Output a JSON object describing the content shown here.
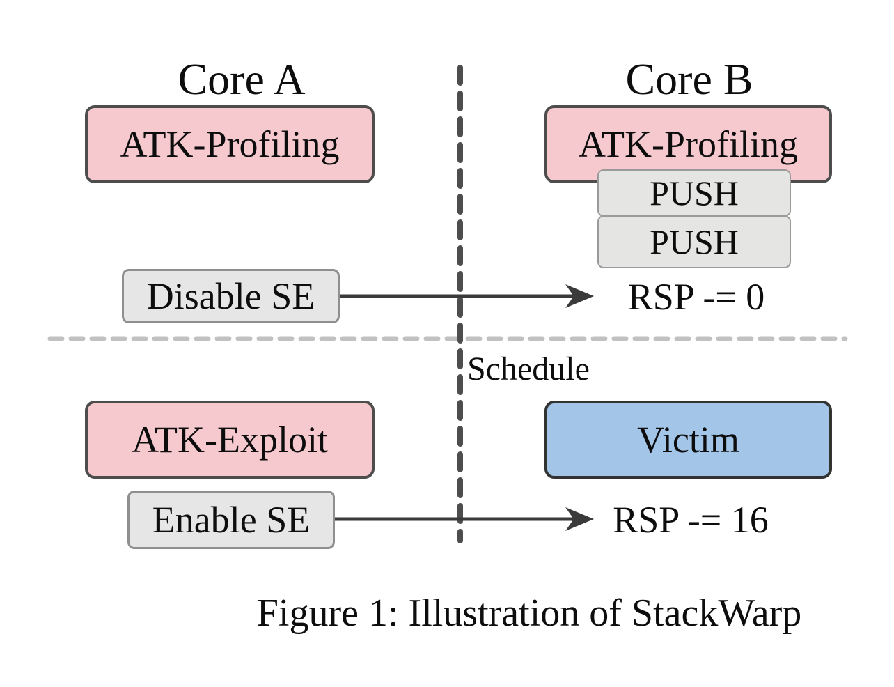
{
  "figure": {
    "core_a": {
      "title": "Core A",
      "top_task": "ATK-Profiling",
      "top_action": "Disable SE",
      "bottom_task": "ATK-Exploit",
      "bottom_action": "Enable SE"
    },
    "core_b": {
      "title": "Core B",
      "top_task": "ATK-Profiling",
      "stack_ops": [
        "PUSH",
        "PUSH"
      ],
      "top_effect": "RSP -= 0",
      "bottom_task": "Victim",
      "bottom_effect": "RSP -= 16"
    },
    "schedule_label": "Schedule",
    "caption": "Figure 1: Illustration of StackWarp",
    "colors": {
      "attacker_box_fill": "#f5c9ce",
      "victim_box_fill": "#a2c5e8",
      "action_box_fill": "#e6e6e6",
      "push_box_fill": "#e5e6e3",
      "dark_border": "#4d4d4d",
      "action_border": "#8f8f8f",
      "arrow": "#3a3a3a",
      "vertical_divider": "#4d4d4d",
      "horizontal_divider": "#c1c1c1"
    }
  }
}
